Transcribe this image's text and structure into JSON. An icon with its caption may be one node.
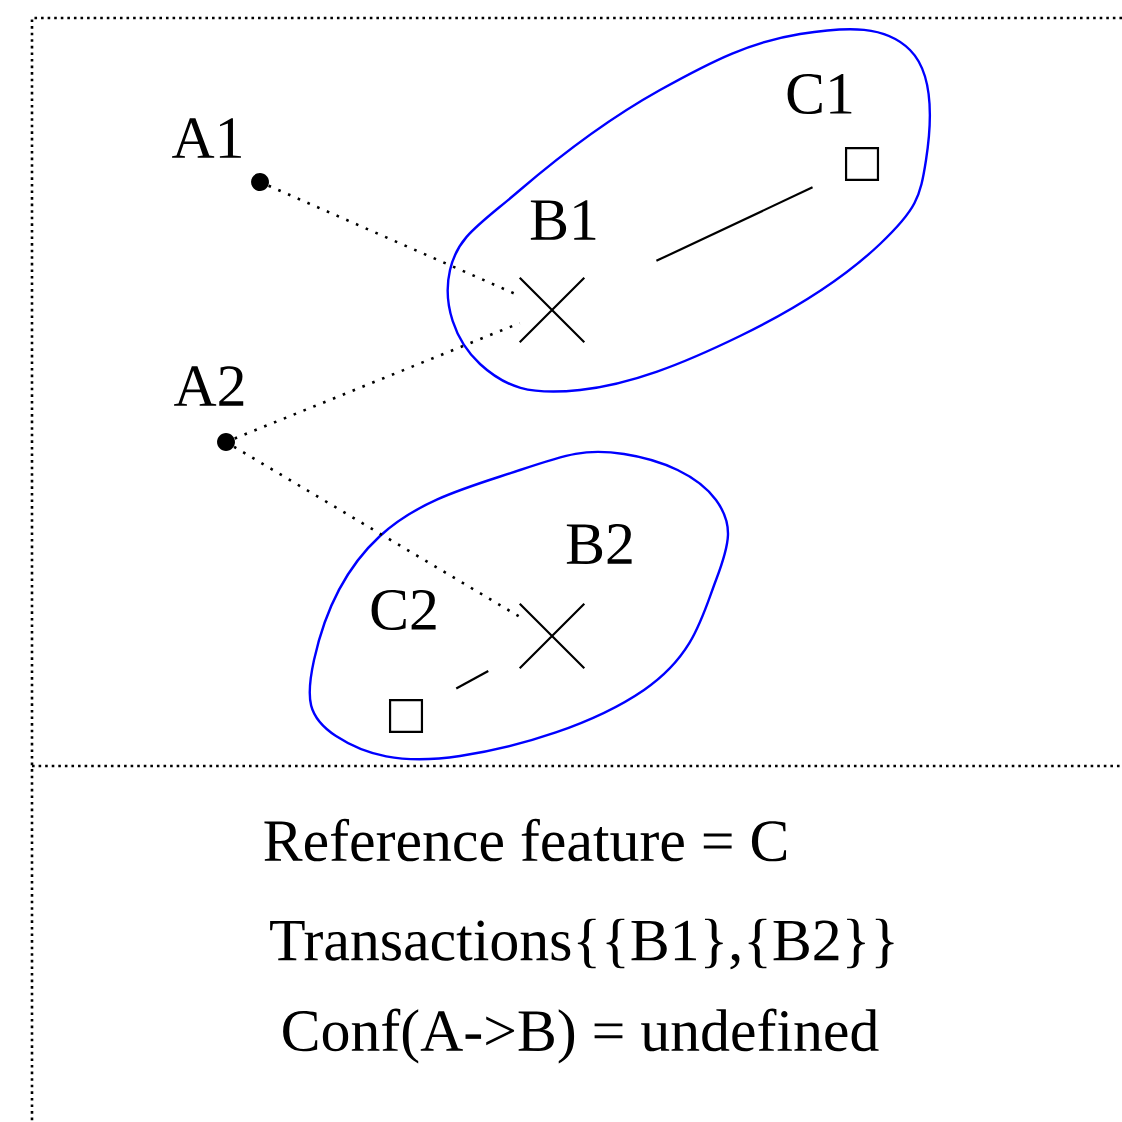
{
  "diagram": {
    "nodes": [
      {
        "text": [],
        "shape": "circle",
        "beside": [
          "A1"
        ]
      },
      {
        "text": [],
        "shape": "blob"
      },
      {
        "text": [],
        "shape": "cross",
        "in": 1,
        "beside": [
          "B1"
        ]
      },
      {
        "text": [],
        "shape": "box",
        "in": 1,
        "beside": [
          "C1"
        ]
      },
      {
        "text": [],
        "shape": "circle",
        "beside": [
          "A2"
        ]
      },
      {
        "text": [],
        "shape": "blob"
      },
      {
        "text": [],
        "shape": "cross",
        "in": 5,
        "beside": [
          "B2"
        ]
      },
      {
        "text": [],
        "shape": "box",
        "in": 5,
        "beside": [
          "C2"
        ]
      }
    ],
    "edges": [
      {
        "from": 0,
        "to": 2,
        "arrow": "none",
        "style": "dashed"
      },
      {
        "from": 4,
        "to": 2,
        "arrow": "none",
        "style": "dashed"
      },
      {
        "from": 4,
        "to": 6,
        "arrow": "none",
        "style": "dashed"
      },
      {
        "from": 2,
        "to": 3,
        "arrow": "none"
      },
      {
        "from": 6,
        "to": 7,
        "arrow": "none"
      }
    ],
    "labels": [
      "Reference feature = C",
      "Transactions{{B1},{B2}}",
      "Conf(A->B) = undefined"
    ]
  }
}
